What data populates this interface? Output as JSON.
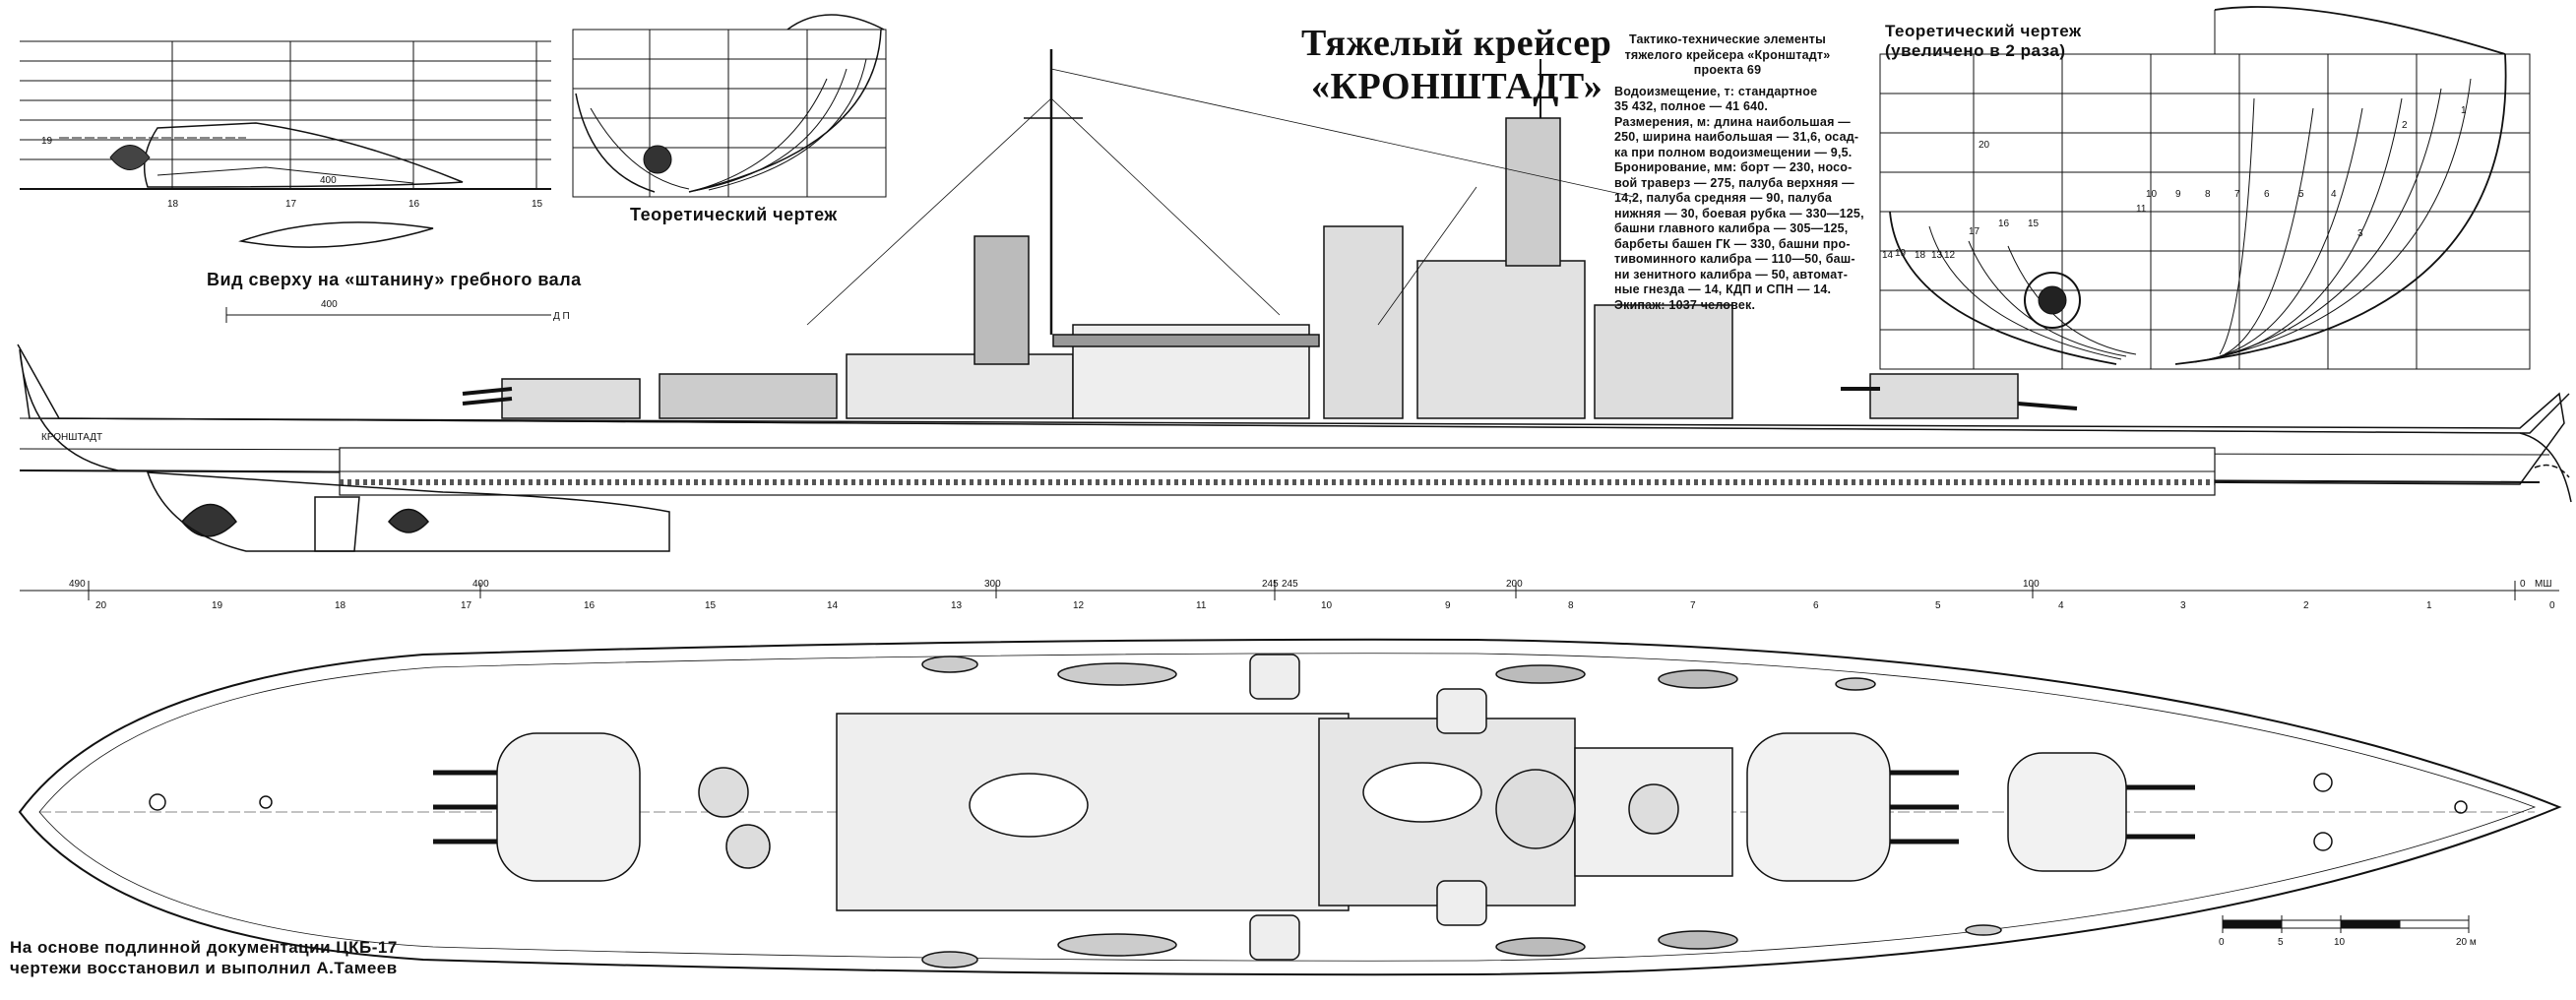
{
  "title": {
    "line1": "Тяжелый крейсер",
    "line2": "«КРОНШТАДТ»"
  },
  "specs": {
    "heading_lines": [
      "Тактико-технические элементы",
      "тяжелого крейсера «Кронштадт»",
      "проекта 69"
    ],
    "body_lines": [
      "Водоизмещение, т: стандартное",
      "35 432, полное — 41 640.",
      "Размерения, м: длина наибольшая —",
      "250, ширина наибольшая — 31,6, осад-",
      "ка при полном водоизмещении — 9,5.",
      "Бронирование, мм: борт — 230, носо-",
      "вой траверз — 275, палуба верхняя —",
      "14,2, палуба средняя — 90, палуба",
      "нижняя — 30, боевая рубка — 330—125,",
      "башни главного калибра — 305—125,",
      "барбеты башен ГК — 330, башни про-",
      "тивоминного калибра — 110—50, баш-",
      "ни зенитного калибра — 50, автомат-",
      "ные гнезда — 14, КДП и СПН — 14.",
      "Экипаж: 1037 человек."
    ]
  },
  "captions": {
    "theoretical_small": "Теоретический чертеж",
    "theoretical_large_line1": "Теоретический чертеж",
    "theoretical_large_line2": "(увеличено в 2 раза)",
    "shaft_view": "Вид сверху на «штанину» гребного вала",
    "credit_line1": "На основе подлинной документации ЦКБ-17",
    "credit_line2": "чертежи восстановил и выполнил А.Тамеев"
  },
  "hull_name": "КРОНШТАДТ",
  "dp_label": "Д П",
  "dims": {
    "shaft_400a": "400",
    "shaft_400b": "400",
    "keel_490": "490"
  },
  "bodyplan_small": [
    "19",
    "18",
    "17",
    "16",
    "15",
    "400"
  ],
  "frames": [
    "490",
    "400",
    "300",
    "245",
    "245",
    "200",
    "100",
    "0"
  ],
  "frame_unit": "МШ",
  "stations": [
    "20",
    "19",
    "18",
    "17",
    "16",
    "15",
    "14",
    "13",
    "12",
    "11",
    "10",
    "9",
    "8",
    "7",
    "6",
    "5",
    "4",
    "3",
    "2",
    "1",
    "0"
  ],
  "bodyplan_large": [
    "20",
    "19",
    "18",
    "17",
    "16",
    "15",
    "14",
    "13",
    "12",
    "11",
    "10",
    "9",
    "8",
    "7",
    "6",
    "5",
    "4",
    "3",
    "2",
    "1"
  ],
  "scale": {
    "labels": [
      "0",
      "5",
      "10",
      "20 м"
    ]
  },
  "colors": {
    "ink": "#111111",
    "paper": "#ffffff",
    "hatch": "#555555"
  }
}
